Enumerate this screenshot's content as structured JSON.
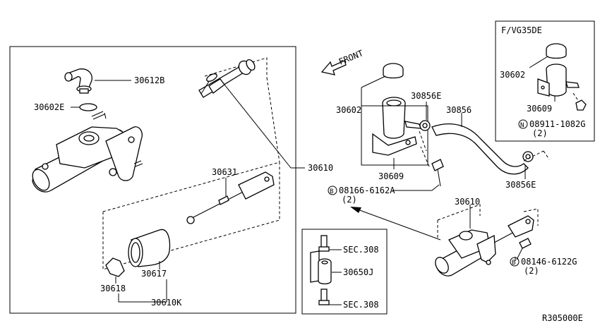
{
  "diagram": {
    "doc_id": "R305000E",
    "front_label": "FRONT",
    "inset_label": "F/VG35DE",
    "labels": {
      "p30612B": "30612B",
      "p30602E": "30602E",
      "p30631": "30631",
      "p30610_main": "30610",
      "p30617": "30617",
      "p30618": "30618",
      "p30610K": "30610K",
      "p30602": "30602",
      "p30856E_top": "30856E",
      "p30856": "30856",
      "p30609": "30609",
      "p30856E_bottom": "30856E",
      "bolt_08166": "08166-6162A",
      "bolt_08166_qty": "(2)",
      "p30610_right": "30610",
      "bolt_08146": "08146-6122G",
      "bolt_08146_qty": "(2)",
      "inset_30602": "30602",
      "inset_30609": "30609",
      "nut_08911": "08911-1082G",
      "nut_08911_qty": "(2)",
      "sec308_top": "SEC.308",
      "p30650J": "30650J",
      "sec308_bottom": "SEC.308",
      "marker_b": "B",
      "marker_n": "N"
    }
  }
}
